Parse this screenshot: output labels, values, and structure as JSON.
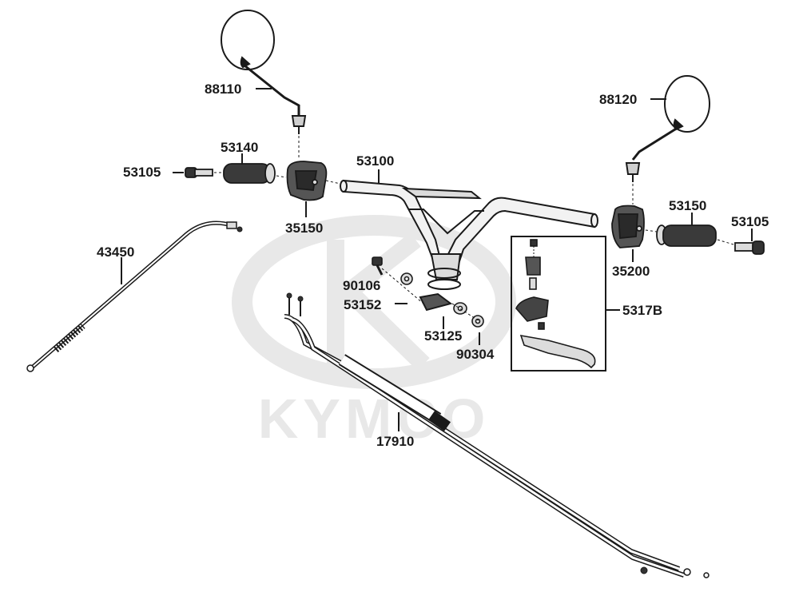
{
  "watermark": {
    "brand": "KYMCO"
  },
  "parts": [
    {
      "id": "88110",
      "label": "88110"
    },
    {
      "id": "88120",
      "label": "88120"
    },
    {
      "id": "53140",
      "label": "53140"
    },
    {
      "id": "53105-left",
      "label": "53105"
    },
    {
      "id": "53100",
      "label": "53100"
    },
    {
      "id": "35150",
      "label": "35150"
    },
    {
      "id": "53150",
      "label": "53150"
    },
    {
      "id": "53105-right",
      "label": "53105"
    },
    {
      "id": "43450",
      "label": "43450"
    },
    {
      "id": "35200",
      "label": "35200"
    },
    {
      "id": "90106",
      "label": "90106"
    },
    {
      "id": "53152",
      "label": "53152"
    },
    {
      "id": "5317B",
      "label": "5317B"
    },
    {
      "id": "53125",
      "label": "53125"
    },
    {
      "id": "90304",
      "label": "90304"
    },
    {
      "id": "17910",
      "label": "17910"
    }
  ],
  "colors": {
    "ink": "#1a1a1a",
    "watermark": "#e6e6e6",
    "part_fill": "#dcdcdc",
    "grip_fill": "#333333"
  }
}
